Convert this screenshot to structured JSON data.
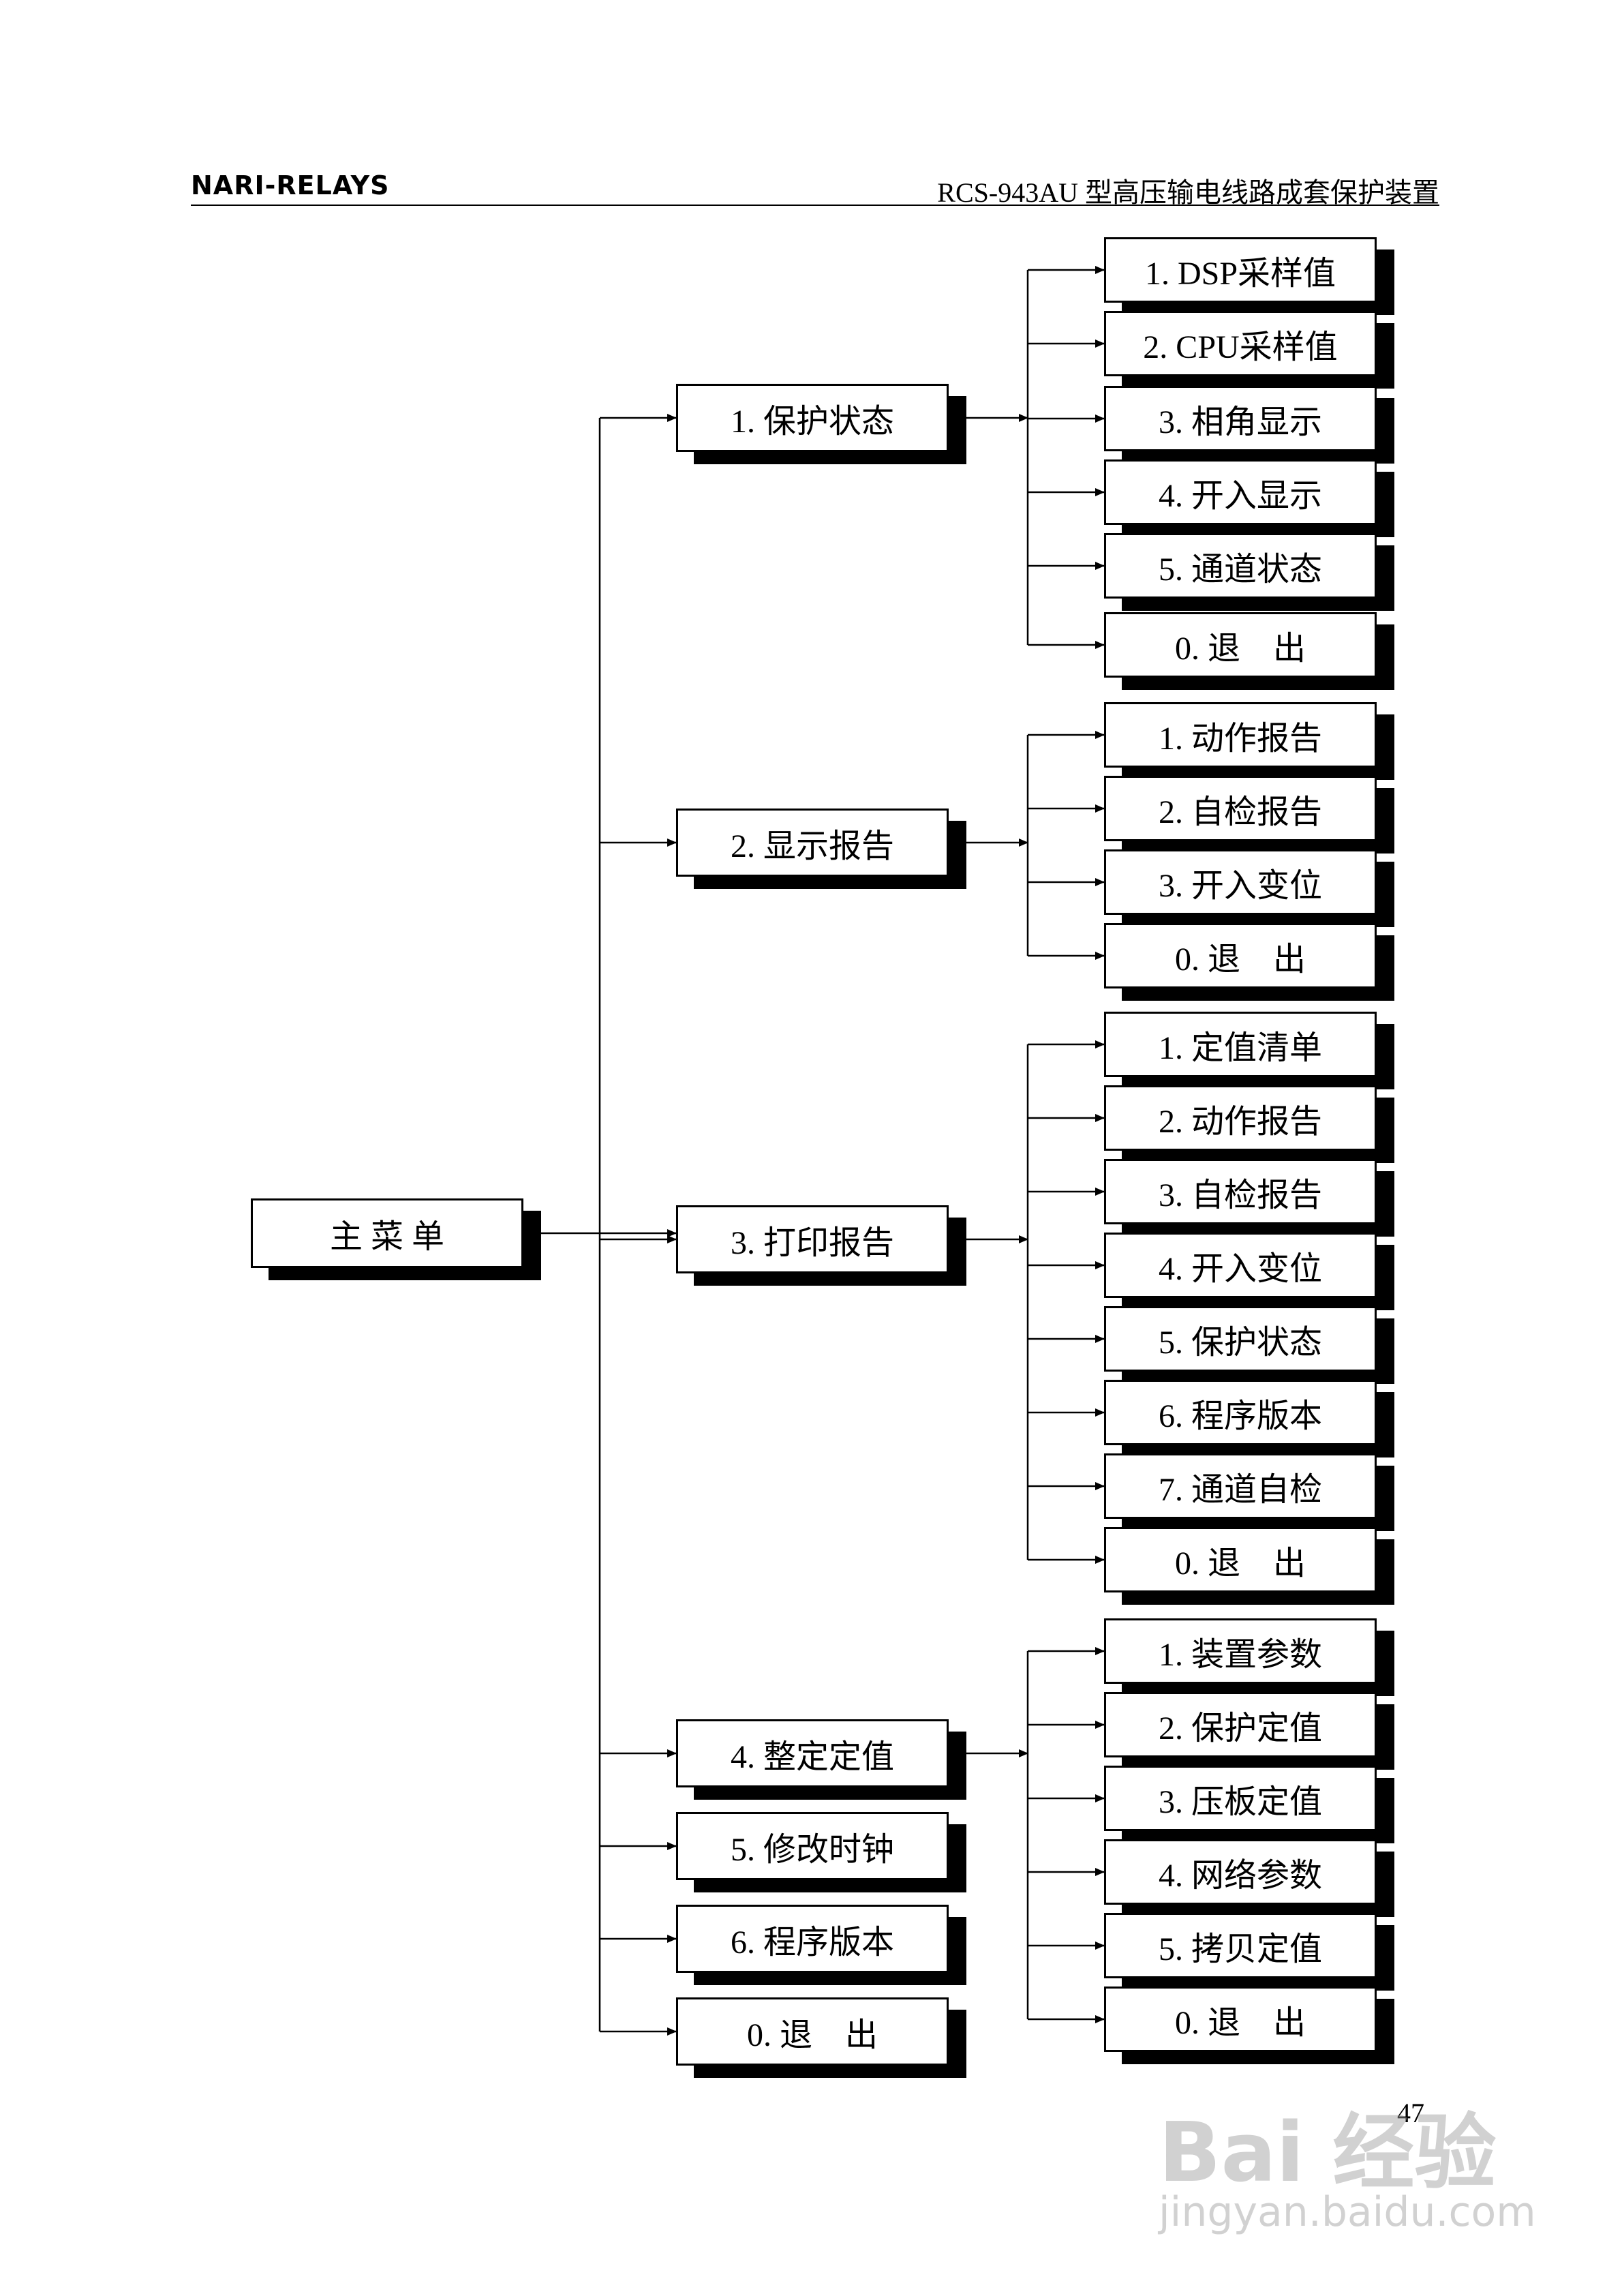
{
  "header": {
    "left": "NARI-RELAYS",
    "right": "RCS-943AU 型高压输电线路成套保护装置"
  },
  "page_number": "47",
  "watermark": {
    "brand": "Bai 经验",
    "url": "jingyan.baidu.com"
  },
  "root": "主 菜 单",
  "menus": [
    {
      "label": "1. 保护状态",
      "children": [
        "1. DSP采样值",
        "2. CPU采样值",
        "3. 相角显示",
        "4. 开入显示",
        "5. 通道状态",
        "0. 退    出"
      ]
    },
    {
      "label": "2. 显示报告",
      "children": [
        "1. 动作报告",
        "2. 自检报告",
        "3. 开入变位",
        "0. 退    出"
      ]
    },
    {
      "label": "3. 打印报告",
      "children": [
        "1. 定值清单",
        "2. 动作报告",
        "3. 自检报告",
        "4. 开入变位",
        "5. 保护状态",
        "6. 程序版本",
        "7. 通道自检",
        "0. 退    出"
      ]
    },
    {
      "label": "4. 整定定值",
      "children": [
        "1. 装置参数",
        "2. 保护定值",
        "3. 压板定值",
        "4. 网络参数",
        "5. 拷贝定值",
        "0. 退    出"
      ]
    },
    {
      "label": "5. 修改时钟",
      "children": []
    },
    {
      "label": "6. 程序版本",
      "children": []
    },
    {
      "label": "0. 退    出",
      "children": []
    }
  ]
}
